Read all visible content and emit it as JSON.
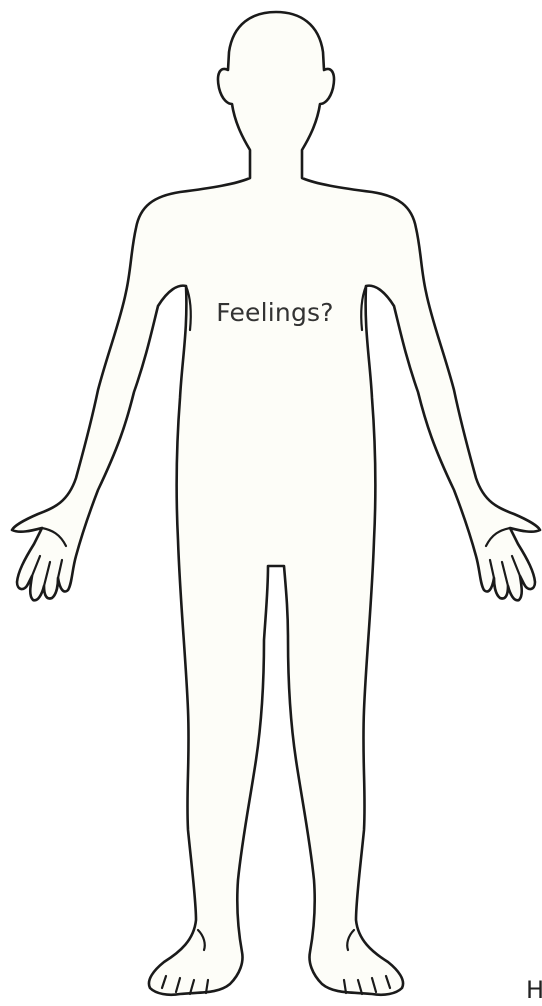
{
  "figure": {
    "label": "Feelings?",
    "corner_text": "H"
  },
  "colors": {
    "background": "#ffffff",
    "body_fill": "#fdfdf8",
    "outline": "#1a1a1a",
    "label_text": "#333333"
  },
  "icons": [
    "human-body-outline"
  ]
}
